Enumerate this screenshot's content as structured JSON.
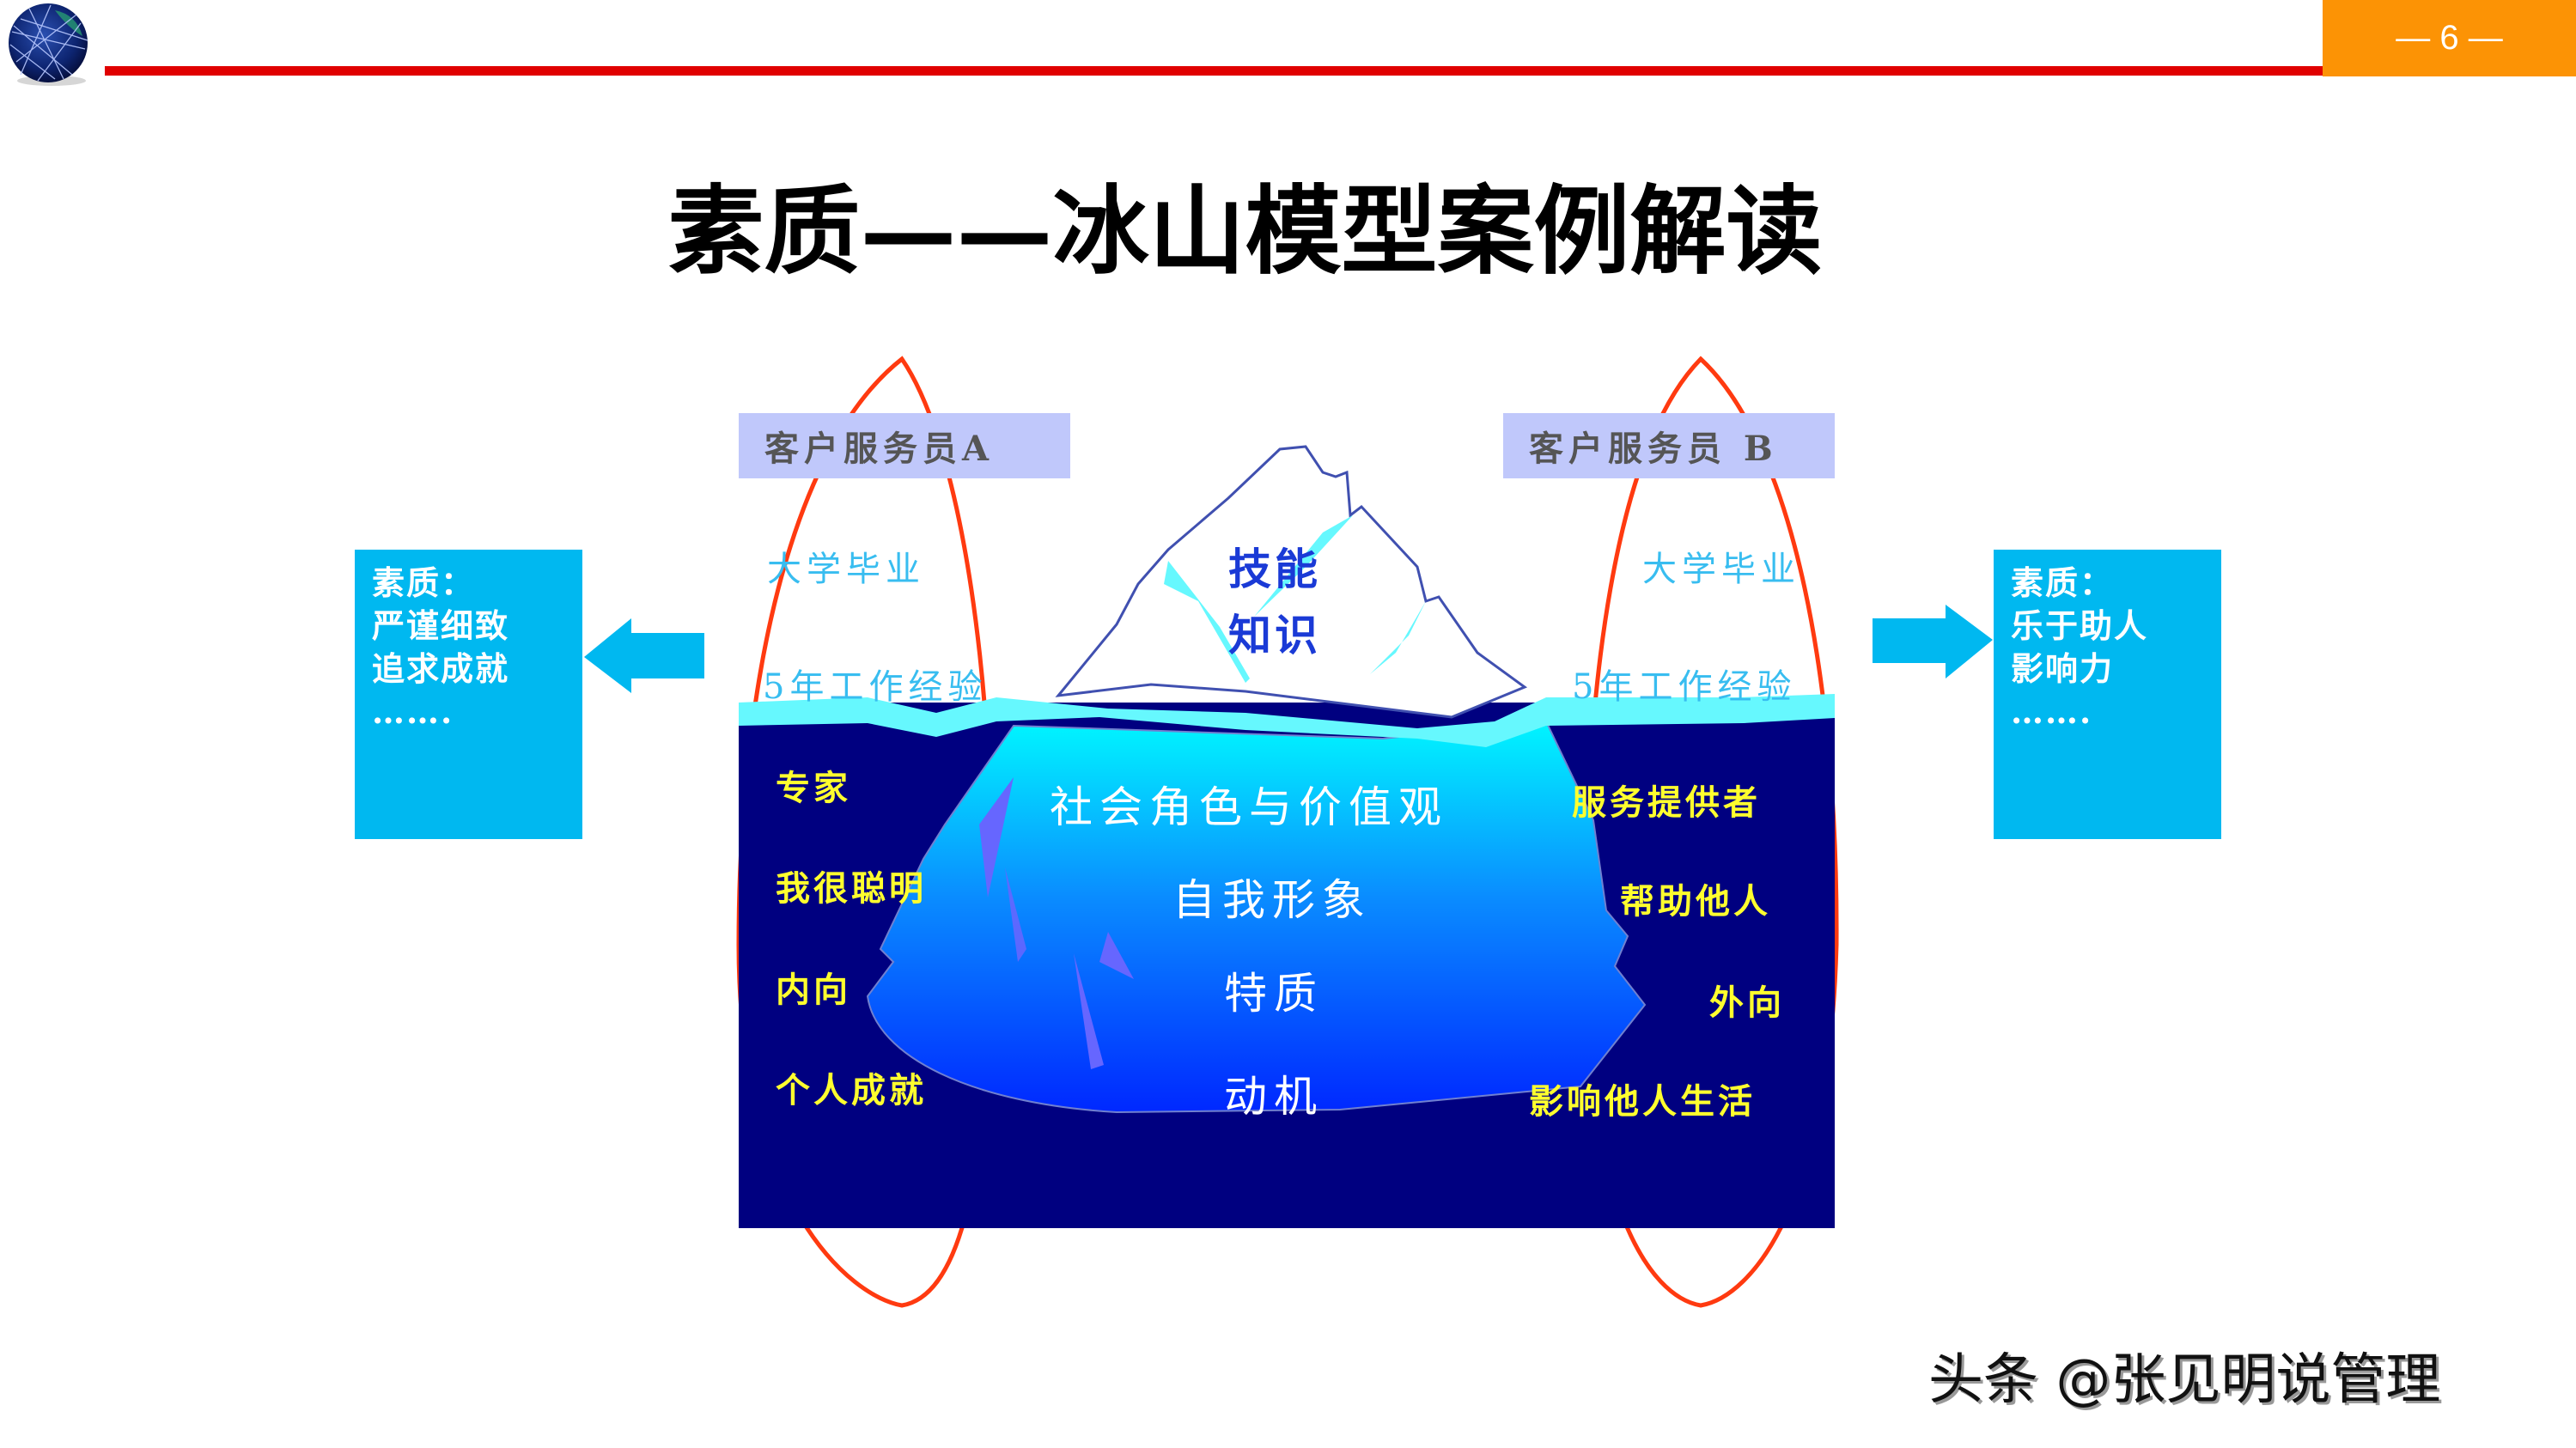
{
  "header": {
    "page_number": "— 6 —",
    "colors": {
      "accent_bar": "#e00000",
      "page_badge": "#fc9305"
    }
  },
  "title": "素质——冰山模型案例解读",
  "left_employee": {
    "header": "客户服务员A",
    "above_water": [
      "大学毕业",
      "5年工作经验"
    ],
    "below_water": [
      "专家",
      "我很聪明",
      "内向",
      "个人成就"
    ],
    "competency_box": {
      "heading": "素质：",
      "lines": [
        "严谨细致",
        "追求成就",
        "……."
      ]
    }
  },
  "right_employee": {
    "header": "客户服务员 B",
    "above_water": [
      "大学毕业",
      "5年工作经验"
    ],
    "below_water": [
      "服务提供者",
      "帮助他人",
      "外向",
      "影响他人生活"
    ],
    "competency_box": {
      "heading": "素质：",
      "lines": [
        "乐于助人",
        "影响力",
        "……."
      ]
    }
  },
  "iceberg": {
    "tip_labels": [
      "技能",
      "知识"
    ],
    "submerged_labels": [
      "社会角色与价值观",
      "自我形象",
      "特质",
      "动机"
    ],
    "colors": {
      "water": "#000080",
      "waterline": "#66f8fe",
      "tip_outline": "#4050b0",
      "submerged_top": "#00f4ff",
      "submerged_bottom": "#0028ff"
    }
  },
  "watermark": "头条 @张见明说管理"
}
